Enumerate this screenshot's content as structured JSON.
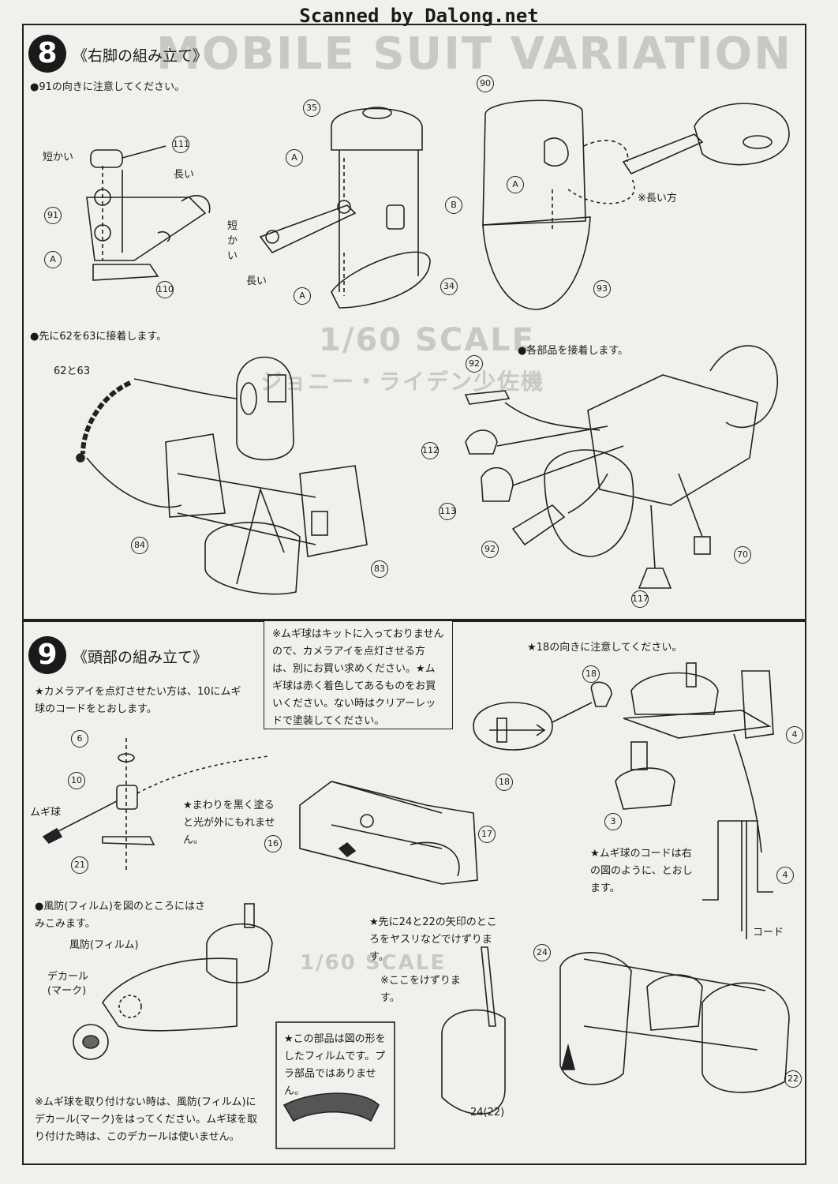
{
  "scan_credit": "Scanned by Dalong.net",
  "watermarks": {
    "top": "MOBILE SUIT VARIATION",
    "mid_left": "1/60 SCALE",
    "mid_jp": "ジョニー・ライデン少佐機",
    "bottom": "1/60 SCALE"
  },
  "section8": {
    "number": "8",
    "title": "《右脚の組み立て》",
    "note1": "●91の向きに注意してください。",
    "note2": "●先に62を63に接着します。",
    "note3": "●各部品を接着します。",
    "labels": {
      "short_side": "短かい",
      "long_side": "長い",
      "short_side_b": "短かい",
      "long_side_b": "長い",
      "long_side_note": "※長い方",
      "p62_63": "62と63",
      "A1": "A",
      "A2": "A",
      "A3": "A",
      "A4": "A",
      "B": "B"
    },
    "parts": [
      "111",
      "91",
      "110",
      "35",
      "34",
      "90",
      "93",
      "84",
      "83",
      "92",
      "112",
      "113",
      "92",
      "117",
      "70"
    ]
  },
  "section9": {
    "number": "9",
    "title": "《頭部の組み立て》",
    "box_note": "※ムギ球はキットに入っておりませんので、カメラアイを点灯させる方は、別にお買い求めください。★ムギ球は赤く着色してあるものをお買いください。ない時はクリアーレッドで塗装してください。",
    "note_camera": "★カメラアイを点灯させたい方は、10にムギ球のコードをとおします。",
    "note_paint": "★まわりを黒く塗ると光が外にもれません。",
    "note_p18": "★18の向きに注意してください。",
    "note_cord": "★ムギ球のコードは右の図のように、とおします。",
    "note_film": "●風防(フィルム)を図のところにはさみこみます。",
    "note_file": "★先に24と22の矢印のところをヤスリなどでけずります。",
    "note_shave": "※ここをけずります。",
    "note_part_film": "★この部品は図の形をしたフィルムです。プラ部品ではありません。",
    "note_decal": "※ムギ球を取り付けない時は、風防(フィルム)にデカール(マーク)をはってください。ムギ球を取り付けた時は、このデカールは使いません。",
    "labels": {
      "mugi": "ムギ球",
      "windshield": "風防(フィルム)",
      "decal": "デカール",
      "mark": "(マーク)",
      "cord": "コード",
      "p2422": "24(22)"
    },
    "parts": [
      "6",
      "10",
      "21",
      "16",
      "17",
      "18",
      "18",
      "4",
      "3",
      "4",
      "24",
      "22"
    ]
  }
}
